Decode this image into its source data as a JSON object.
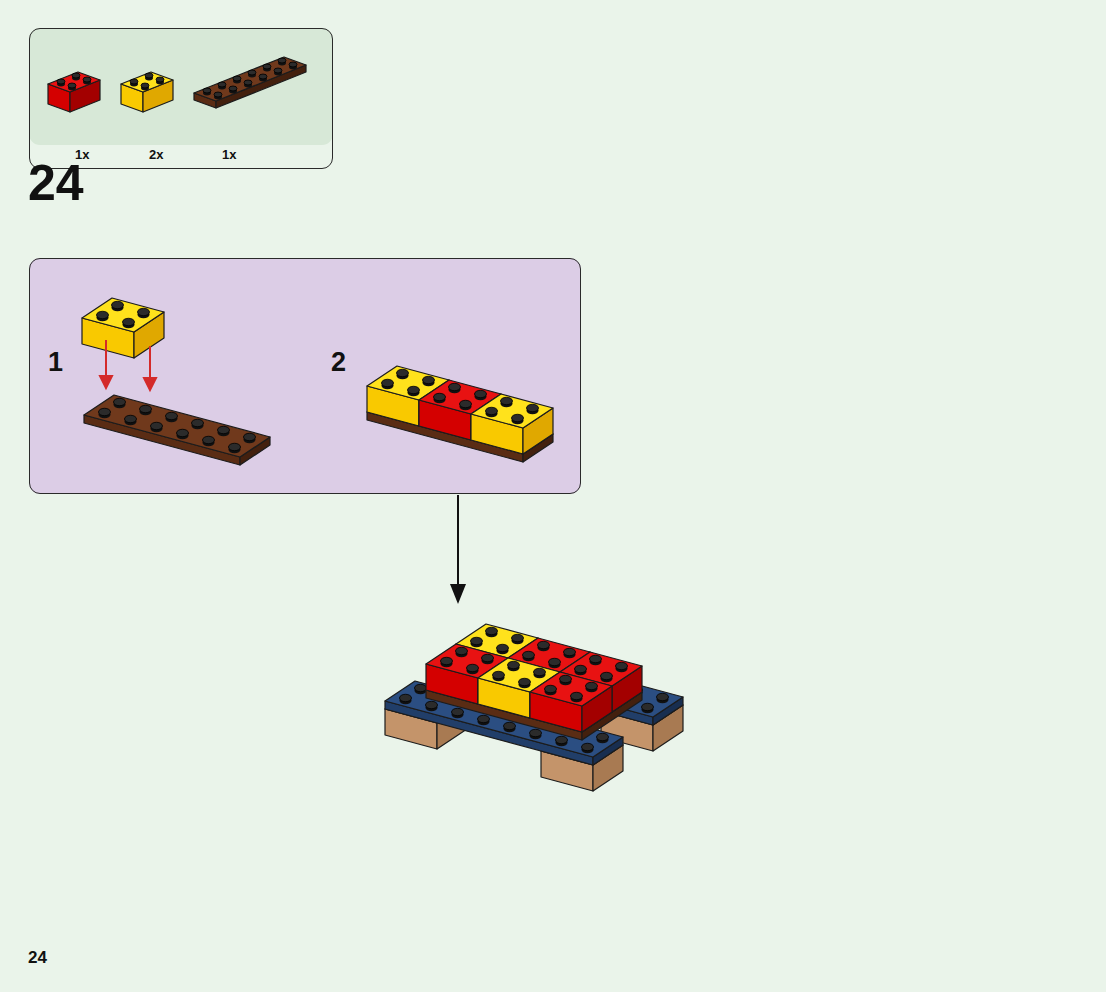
{
  "diagram": {
    "title": "24",
    "nodes": [
      {
        "text": [
          "1x",
          "2x",
          "1x"
        ]
      },
      {
        "text": [
          "1",
          "2"
        ]
      }
    ],
    "labels": [
      "24"
    ]
  }
}
